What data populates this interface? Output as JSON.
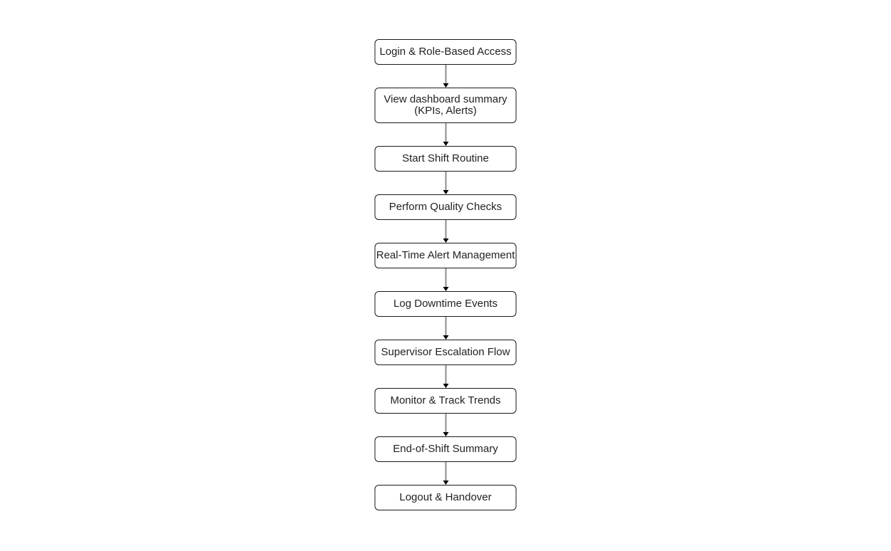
{
  "diagram": {
    "type": "flowchart",
    "direction": "top-down",
    "nodes": [
      {
        "label": "Login & Role-Based Access"
      },
      {
        "label": "View dashboard summary\n(KPIs, Alerts)"
      },
      {
        "label": "Start Shift Routine"
      },
      {
        "label": "Perform Quality Checks"
      },
      {
        "label": "Real-Time Alert Management"
      },
      {
        "label": "Log Downtime Events"
      },
      {
        "label": "Supervisor Escalation Flow"
      },
      {
        "label": "Monitor & Track Trends"
      },
      {
        "label": "End-of-Shift Summary"
      },
      {
        "label": "Logout & Handover"
      }
    ],
    "edges": [
      {
        "from": 0,
        "to": 1
      },
      {
        "from": 1,
        "to": 2
      },
      {
        "from": 2,
        "to": 3
      },
      {
        "from": 3,
        "to": 4
      },
      {
        "from": 4,
        "to": 5
      },
      {
        "from": 5,
        "to": 6
      },
      {
        "from": 6,
        "to": 7
      },
      {
        "from": 7,
        "to": 8
      },
      {
        "from": 8,
        "to": 9
      }
    ],
    "colors": {
      "background": "#ffffff",
      "node_fill": "#ffffff",
      "node_border": "#1a1a1a",
      "label_text": "#1f2020",
      "edge_line": "#8c8c8c",
      "arrowhead": "#000000"
    }
  }
}
